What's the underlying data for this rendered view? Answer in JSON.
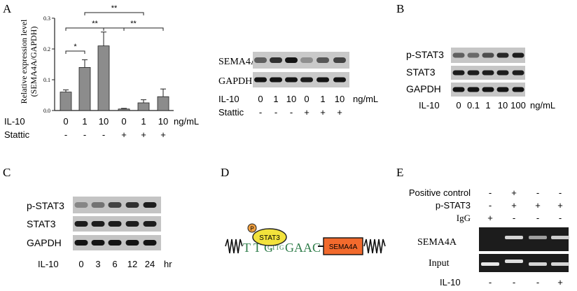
{
  "panels": {
    "A": "A",
    "B": "B",
    "C": "C",
    "D": "D",
    "E": "E"
  },
  "chart_data": {
    "type": "bar",
    "ylabel_line1": "Relative expression level",
    "ylabel_line2": "(SEMA4A/GAPDH)",
    "ylim": [
      0,
      0.3
    ],
    "yticks": [
      "0.0",
      "0.1",
      "0.2",
      "0.3"
    ],
    "categories": [
      "0",
      "1",
      "10",
      "0",
      "1",
      "10"
    ],
    "values": [
      0.06,
      0.14,
      0.21,
      0.005,
      0.025,
      0.045
    ],
    "errors": [
      0.007,
      0.025,
      0.045,
      0.002,
      0.01,
      0.025
    ],
    "unit": "ng/mL",
    "row_labels": [
      "IL-10",
      "Stattic"
    ],
    "stattic": [
      "-",
      "-",
      "-",
      "+",
      "+",
      "+"
    ],
    "significance": [
      {
        "from": 0,
        "to": 1,
        "label": "*"
      },
      {
        "from": 1,
        "to": 4,
        "label": "**"
      },
      {
        "from": 0,
        "to": 3,
        "label": "**"
      },
      {
        "from": 2,
        "to": 5,
        "label": "**"
      }
    ],
    "bar_color": "#8c8c8c"
  },
  "blotA": {
    "bands": [
      "SEMA4A",
      "GAPDH"
    ],
    "il10_label": "IL-10",
    "il10": [
      "0",
      "1",
      "10",
      "0",
      "1",
      "10"
    ],
    "unit": "ng/mL",
    "stattic_label": "Stattic",
    "stattic": [
      "-",
      "-",
      "-",
      "+",
      "+",
      "+"
    ]
  },
  "blotB": {
    "bands": [
      "p-STAT3",
      "STAT3",
      "GAPDH"
    ],
    "il10_label": "IL-10",
    "il10": [
      "0",
      "0.1",
      "1",
      "10",
      "100"
    ],
    "unit": "ng/mL"
  },
  "blotC": {
    "bands": [
      "p-STAT3",
      "STAT3",
      "GAPDH"
    ],
    "il10_label": "IL-10",
    "il10": [
      "0",
      "3",
      "6",
      "12",
      "24"
    ],
    "unit": "hr"
  },
  "diagramD": {
    "p_label": "P",
    "tf_label": "STAT3",
    "seq_prefix": "T T G",
    "seq_small": "CTTG",
    "seq_suffix": "GAAC",
    "gene_label": "SEMA4A"
  },
  "gelE": {
    "rows": [
      {
        "label": "Positive control",
        "values": [
          "-",
          "+",
          "-",
          "-"
        ]
      },
      {
        "label": "p-STAT3",
        "values": [
          "-",
          "+",
          "+",
          "+"
        ]
      },
      {
        "label": "IgG",
        "values": [
          "+",
          "-",
          "-",
          "-"
        ]
      }
    ],
    "bands": [
      "SEMA4A",
      "Input"
    ],
    "il10_label": "IL-10",
    "il10": [
      "-",
      "-",
      "-",
      "+"
    ]
  }
}
